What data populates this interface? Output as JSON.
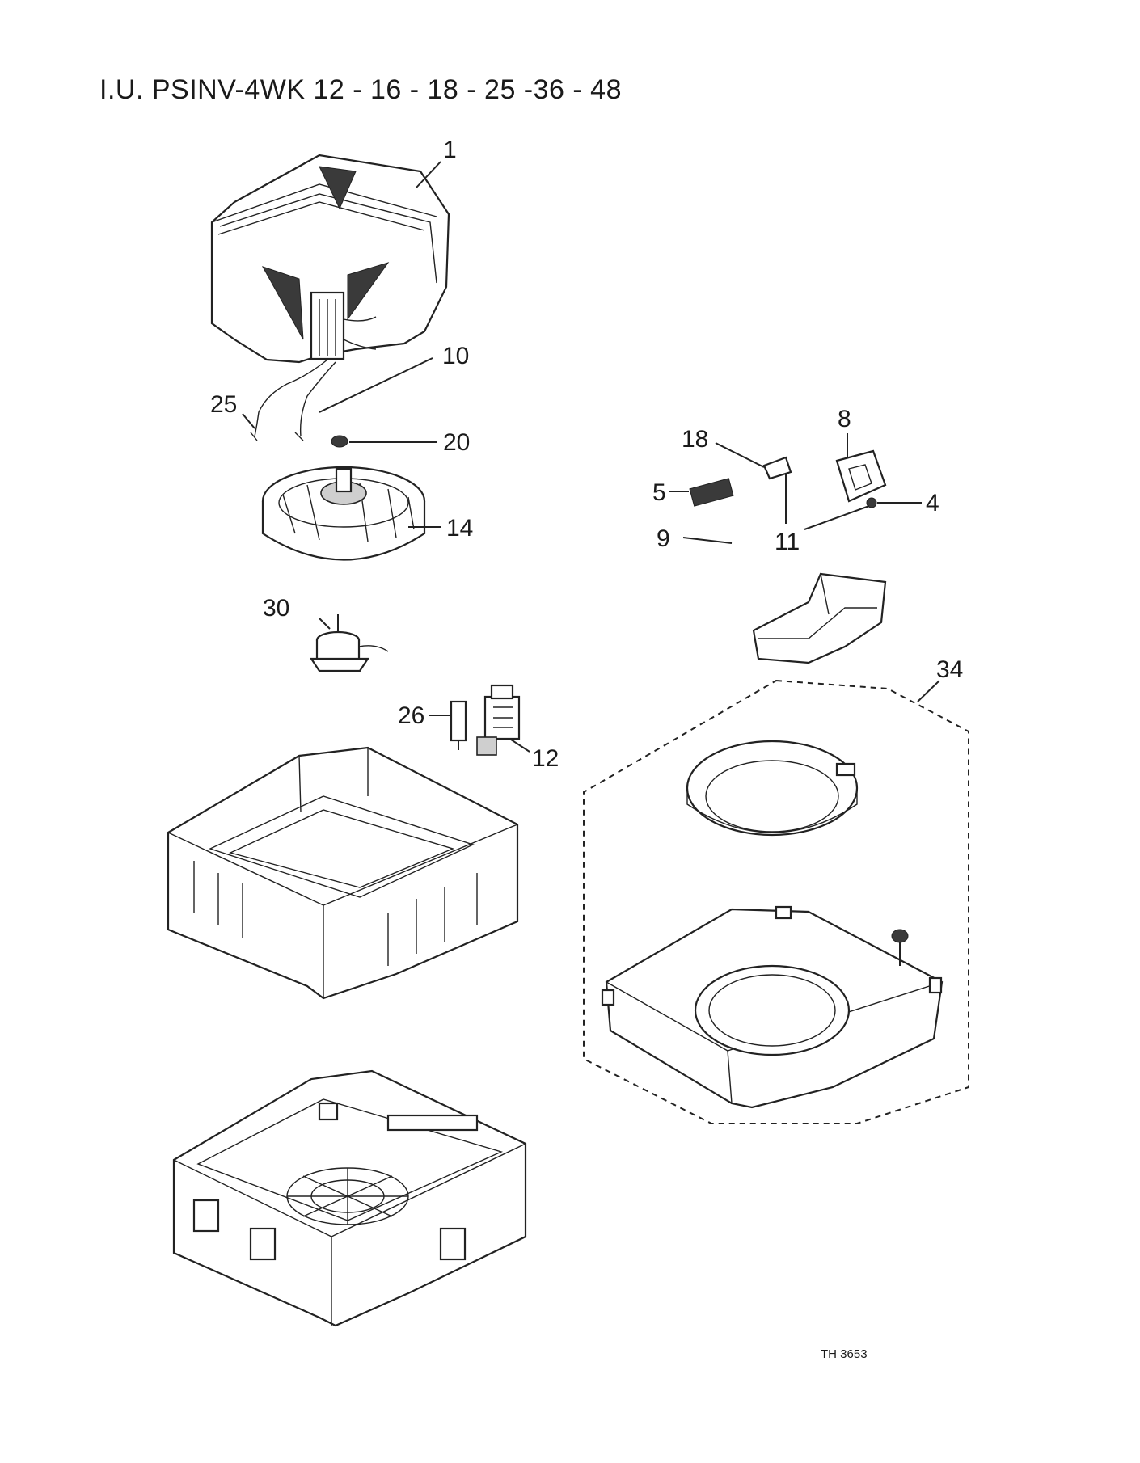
{
  "title": "I.U. PSINV-4WK 12 - 16 - 18 - 25 -36 - 48",
  "callouts": {
    "c1": "1",
    "c10": "10",
    "c25": "25",
    "c20": "20",
    "c14": "14",
    "c30": "30",
    "c26": "26",
    "c12": "12",
    "c8": "8",
    "c18": "18",
    "c5": "5",
    "c4": "4",
    "c9": "9",
    "c11": "11",
    "c34": "34"
  },
  "drawing_ref": "TH 3653"
}
